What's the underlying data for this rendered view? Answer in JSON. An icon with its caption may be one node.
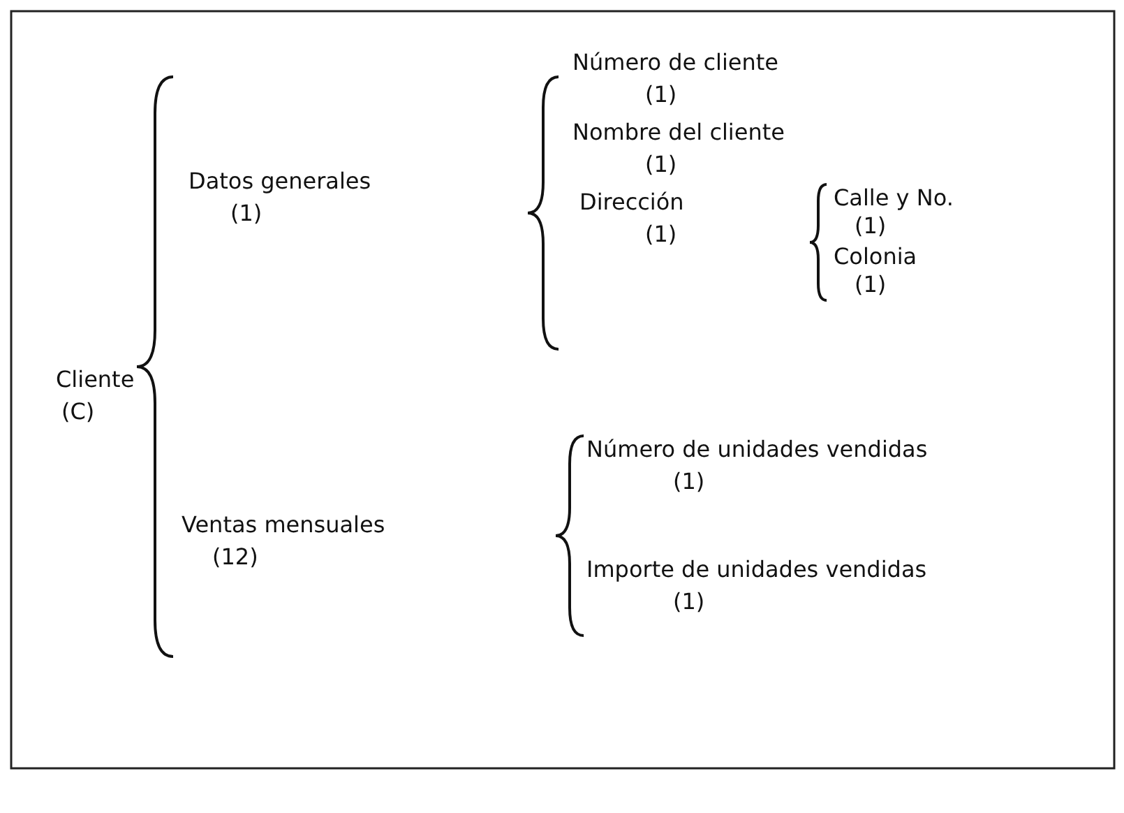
{
  "diagram": {
    "labels": [
      "Cliente",
      "(C)",
      "Datos generales",
      "(1)",
      "Número de cliente",
      "(1)",
      "Nombre del cliente",
      "(1)",
      "Dirección",
      "(1)",
      "Calle y No.",
      "(1)",
      "Colonia",
      "(1)",
      "Ventas mensuales",
      "(12)",
      "Número de unidades vendidas",
      "(1)",
      "Importe de unidades vendidas",
      "(1)"
    ]
  }
}
